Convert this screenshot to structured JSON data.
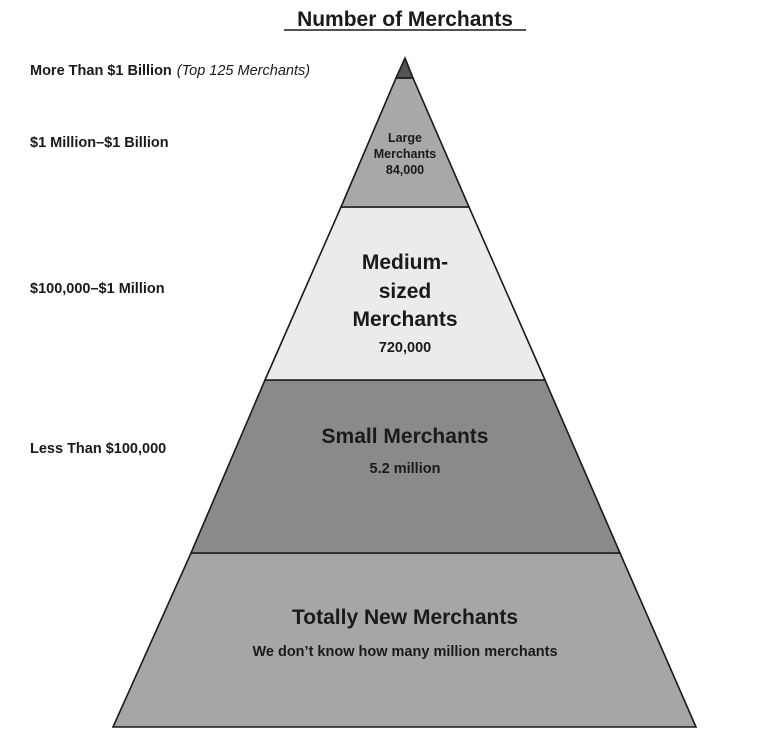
{
  "title": "Number of Merchants",
  "side_labels": {
    "top": {
      "text": "More Than $1 Billion",
      "note": "(Top 125 Merchants)"
    },
    "large": "$1 Million–$1 Billion",
    "medium": "$100,000–$1 Million",
    "small": "Less Than $100,000"
  },
  "tiers": {
    "top": {
      "color": "#555555"
    },
    "large": {
      "name_lines": [
        "Large",
        "Merchants"
      ],
      "count": "84,000",
      "color": "#a8a8a8"
    },
    "medium": {
      "name_lines": [
        "Medium-",
        "sized",
        "Merchants"
      ],
      "count": "720,000",
      "color": "#ebebeb"
    },
    "small": {
      "name": "Small Merchants",
      "count": "5.2 million",
      "color": "#8a8a8a"
    },
    "new": {
      "name": "Totally New Merchants",
      "count": "We don’t know how many million merchants",
      "color": "#a6a6a6"
    }
  }
}
